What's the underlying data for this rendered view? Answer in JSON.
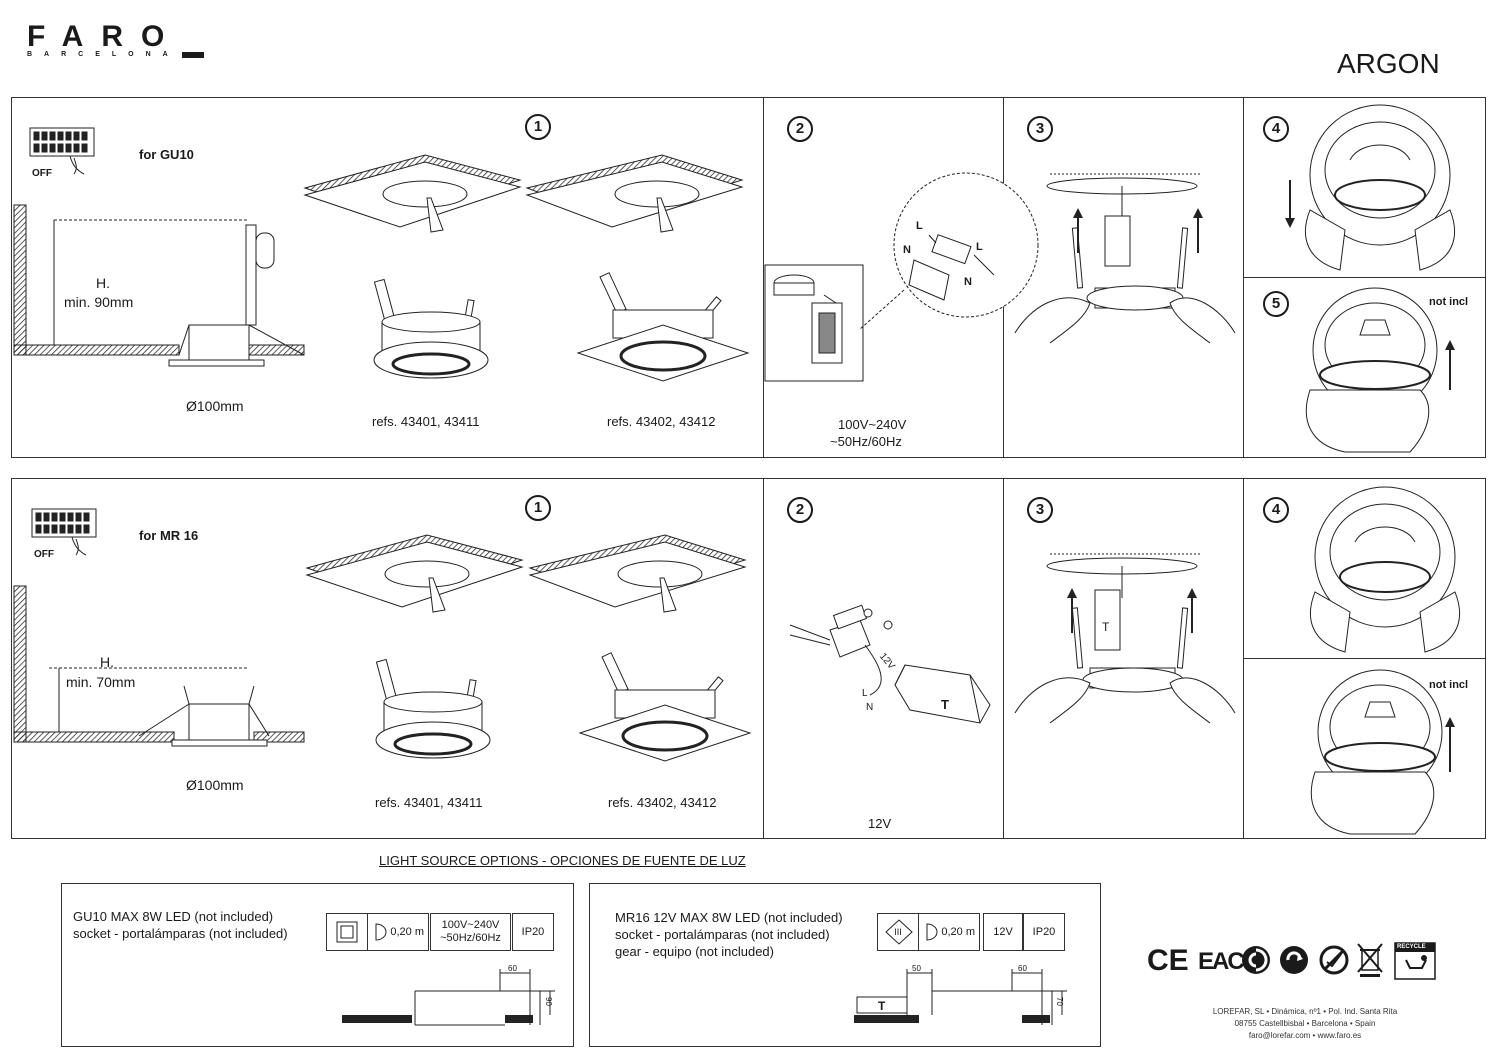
{
  "header": {
    "brand": "FARO",
    "brand_sub": "BARCELONA",
    "model": "ARGON"
  },
  "gu10_panel": {
    "switch_label": "OFF",
    "for_label": "for GU10",
    "height_label": "H.",
    "height_value": "min. 90mm",
    "diameter": "Ø100mm",
    "step1": "1",
    "step2": "2",
    "step3": "3",
    "step4": "4",
    "step5": "5",
    "refs_round": "refs. 43401, 43411",
    "refs_square": "refs. 43402, 43412",
    "voltage_line1": "100V~240V",
    "voltage_line2": "~50Hz/60Hz",
    "wire_l": "L",
    "wire_n": "N",
    "not_incl": "not incl"
  },
  "mr16_panel": {
    "switch_label": "OFF",
    "for_label": "for MR 16",
    "height_label": "H.",
    "height_value": "min. 70mm",
    "diameter": "Ø100mm",
    "step1": "1",
    "step2": "2",
    "step3": "3",
    "step4": "4",
    "refs_round": "refs. 43401, 43411",
    "refs_square": "refs. 43402, 43412",
    "voltage": "12V",
    "driver_label": "T",
    "wire_l": "L",
    "wire_n": "N",
    "driver_voltage": "12V",
    "not_incl": "not incl"
  },
  "light_source": {
    "title": "LIGHT SOURCE OPTIONS - OPCIONES DE FUENTE DE LUZ",
    "gu10": {
      "line1": "GU10 MAX 8W LED (not included)",
      "line2": "socket - portalámparas (not included)",
      "distance": "0,20 m",
      "voltage1": "100V~240V",
      "voltage2": "~50Hz/60Hz",
      "ip": "IP20",
      "dim_width": "60",
      "dim_height": "90"
    },
    "mr16": {
      "line1": "MR16 12V MAX 8W LED (not included)",
      "line2": "socket - portalámparas (not included)",
      "line3": "gear - equipo (not included)",
      "distance": "0,20 m",
      "voltage": "12V",
      "ip": "IP20",
      "dim_gear": "50",
      "dim_width": "60",
      "dim_height": "70",
      "gear_label": "T",
      "class_label": "III"
    }
  },
  "footer": {
    "line1": "LOREFAR, SL • Dinámica, nº1 • Pol. Ind. Santa Rita",
    "line2": "08755 Castellbisbal • Barcelona • Spain",
    "line3": "faro@lorefar.com • www.faro.es",
    "ce_mark": "CE",
    "eac_mark": "EAC",
    "recycle_label": "RECYCLE"
  }
}
